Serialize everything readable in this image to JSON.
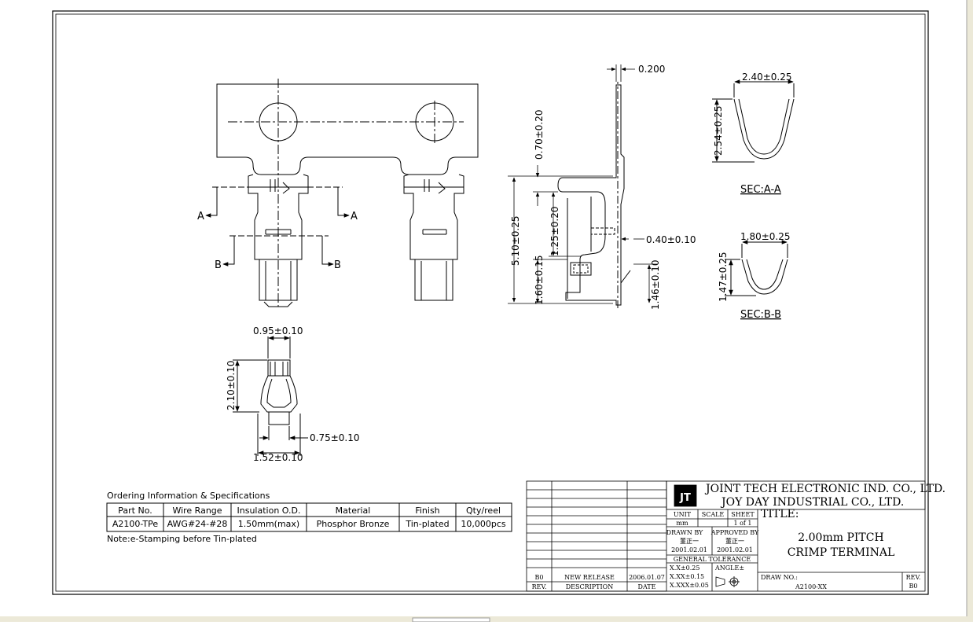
{
  "sheet": {
    "ordering_title": "Ordering Information & Specifications",
    "spec_table": {
      "headers": [
        "Part No.",
        "Wire Range",
        "Insulation O.D.",
        "Material",
        "Finish",
        "Qty/reel"
      ],
      "row": [
        "A2100-TPe",
        "AWG#24-#28",
        "1.50mm(max)",
        "Phosphor Bronze",
        "Tin-plated",
        "10,000pcs"
      ]
    },
    "note": "Note:e-Stamping before Tin-plated"
  },
  "views": {
    "section_a": "A",
    "section_b": "B",
    "sec_aa_label": "SEC:A-A",
    "sec_bb_label": "SEC:B-B"
  },
  "dimensions": {
    "thickness": "0.200",
    "d_070": "0.70±0.20",
    "d_510": "5.10±0.25",
    "d_125": "1.25±0.20",
    "d_160": "1.60±0.15",
    "d_040": "0.40±0.10",
    "d_146": "1.46±0.10",
    "d_240": "2.40±0.25",
    "d_254": "2.54±0.25",
    "d_180": "1.80±0.25",
    "d_147": "1.47±0.25",
    "d_095": "0.95±0.10",
    "d_210": "2.10±0.10",
    "d_075": "0.75±0.10",
    "d_152": "1.52±0.10"
  },
  "title_block": {
    "logo": "JT",
    "company_1": "JOINT TECH ELECTRONIC IND. CO., LTD.",
    "company_2": "JOY DAY INDUSTRIAL CO., LTD.",
    "unit_label": "UNIT",
    "unit_value": "mm",
    "scale_label": "SCALE",
    "scale_value": "",
    "sheet_label": "SHEET",
    "sheet_value": "1 of 1",
    "title_label": "TITLE:",
    "title_line1": "2.00mm PITCH",
    "title_line2": "CRIMP TERMINAL",
    "drawn_by_label": "DRAWN BY",
    "drawn_by_name": "董正一",
    "drawn_date": "2001.02.01",
    "approved_by_label": "APPROVED BY",
    "approved_by_name": "董正一",
    "approved_date": "2001.02.01",
    "general_tolerance": "GENERAL TOLERANCE",
    "tol_1": "X.X±0.25",
    "tol_2": "X.XX±0.15",
    "tol_3": "X.XXX±0.05",
    "angle_label": "ANGLE±",
    "draw_no_label": "DRAW NO.:",
    "draw_no_value": "A2100-XX",
    "rev_label": "REV.",
    "rev_value": "B0",
    "rev_col_header": "REV.",
    "desc_col_header": "DESCRIPTION",
    "date_col_header": "DATE",
    "rev_entry_rev": "B0",
    "rev_entry_desc": "NEW RELEASE",
    "rev_entry_date": "2006.01.07"
  }
}
